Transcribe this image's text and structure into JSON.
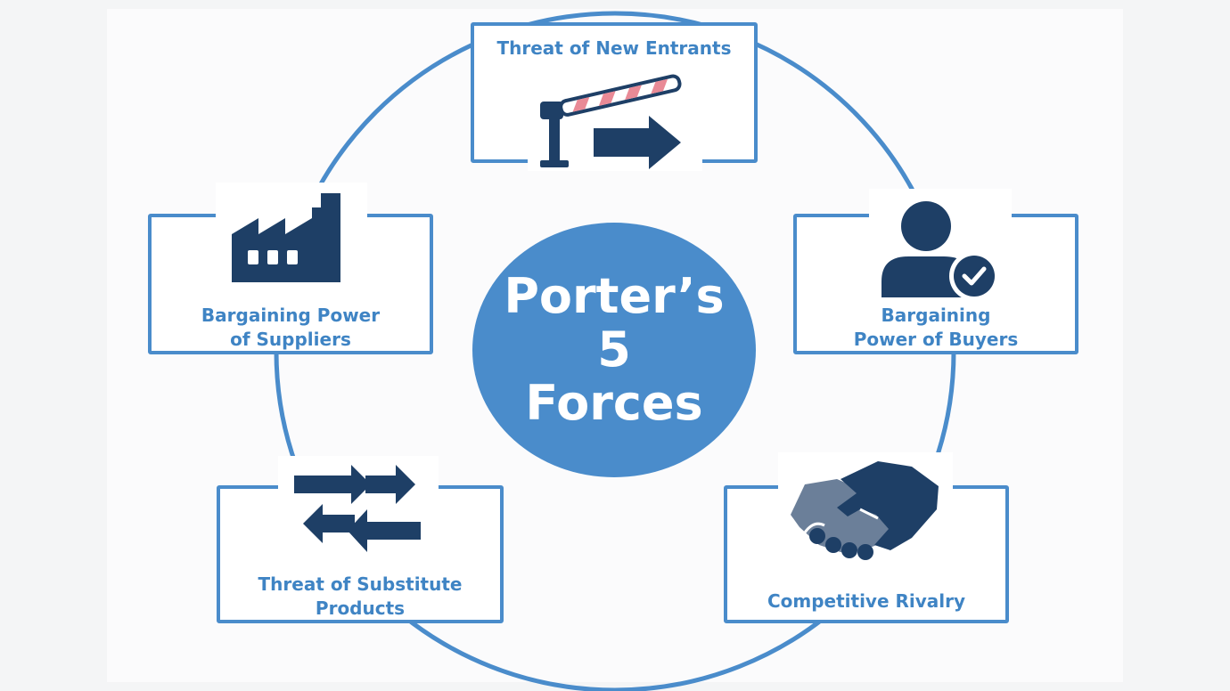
{
  "center_title": {
    "line1": "Porter’s",
    "line2": "5",
    "line3": "Forces"
  },
  "forces": {
    "new_entrants": {
      "label": "Threat of New Entrants",
      "icon": "barrier-arrow-icon"
    },
    "buyers": {
      "label_line1": "Bargaining",
      "label_line2": "Power of Buyers",
      "icon": "user-check-icon"
    },
    "rivalry": {
      "label": "Competitive Rivalry",
      "icon": "handshake-icon"
    },
    "substitutes": {
      "label_line1": "Threat of Substitute",
      "label_line2": "Products",
      "icon": "swap-arrows-icon"
    },
    "suppliers": {
      "label_line1": "Bargaining Power",
      "label_line2": "of Suppliers",
      "icon": "factory-icon"
    }
  },
  "colors": {
    "accent": "#4a8ccb",
    "label": "#3f84c4",
    "icon_dark": "#1e3f66",
    "barrier_stripe": "#e98a96"
  }
}
